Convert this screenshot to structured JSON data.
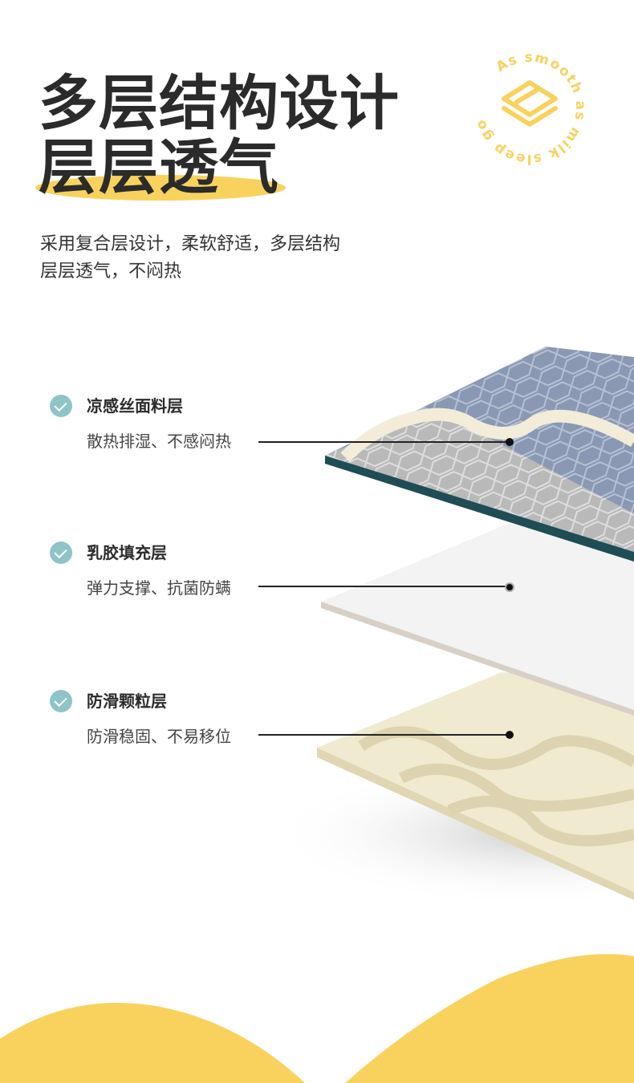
{
  "heading": {
    "line1": "多层结构设计",
    "line2": "层层透气"
  },
  "subtitle": {
    "line1": "采用复合层设计，柔软舒适，多层结构",
    "line2": "层层透气，不闷热"
  },
  "logo": {
    "text": "As smooth as milk sleep go",
    "color": "#f9d25e"
  },
  "layers": [
    {
      "name": "凉感丝面料层",
      "desc": "散热排湿、不感闷热"
    },
    {
      "name": "乳胶填充层",
      "desc": "弹力支撑、抗菌防螨"
    },
    {
      "name": "防滑颗粒层",
      "desc": "防滑稳固、不易移位"
    }
  ],
  "colors": {
    "accent": "#f9d25e",
    "check": "#8ec4c8",
    "text": "#2b2b2b"
  }
}
